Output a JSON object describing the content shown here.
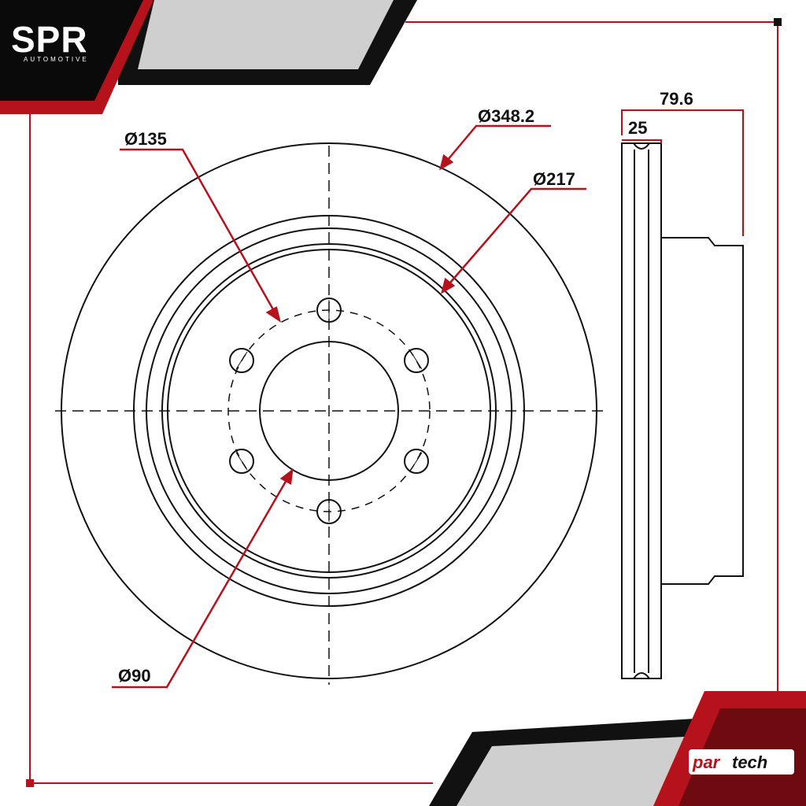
{
  "logo_top": {
    "brand": "SPR",
    "sub": "AUTOMOTIVE"
  },
  "logo_bottom": {
    "part1": "par",
    "part2": "tech"
  },
  "dimensions": {
    "outer_diameter": "Ø348.2",
    "inner_diameter": "Ø217",
    "bolt_circle": "Ø135",
    "center_bore": "Ø90",
    "total_height": "79.6",
    "thickness": "25"
  },
  "colors": {
    "accent": "#b5121b",
    "dark": "#111111",
    "line": "#111111",
    "grey": "#cfcfcf"
  }
}
